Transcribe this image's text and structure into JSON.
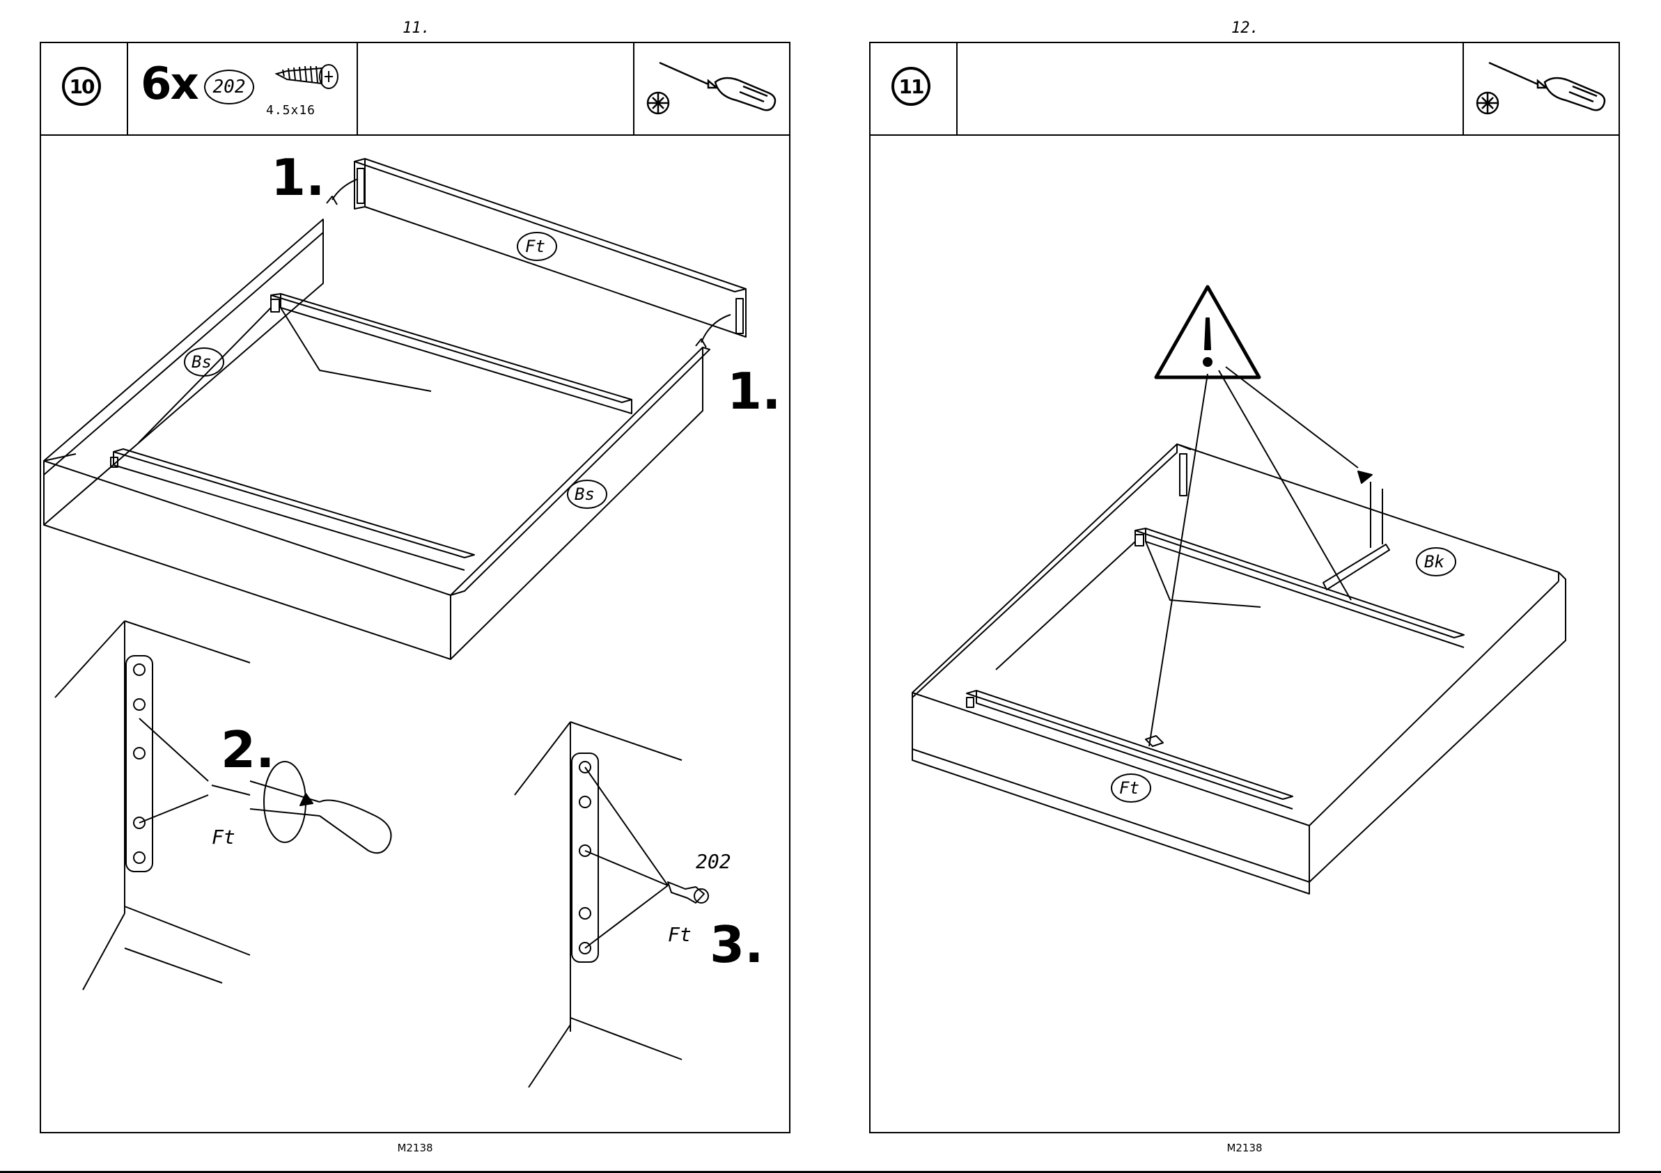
{
  "pages": [
    {
      "page_number": "11.",
      "step": "10",
      "quantity": "6x",
      "part_id": "202",
      "screw_size": "4.5x16",
      "tool_icon": "phillips-screwdriver-icon",
      "footer_code": "M2138",
      "labels": {
        "step1_top": "1.",
        "step1_right": "1.",
        "step2": "2.",
        "step3": "3.",
        "panel_front": "Ft",
        "panel_side_left": "Bs",
        "panel_side_right": "Bs",
        "detail_ft_a": "Ft",
        "detail_ft_b": "Ft",
        "detail_part": "202"
      }
    },
    {
      "page_number": "12.",
      "step": "11",
      "tool_icon": "phillips-screwdriver-icon",
      "footer_code": "M2138",
      "labels": {
        "panel_back": "Bk",
        "panel_front": "Ft"
      },
      "warning_icon": "caution-triangle-icon"
    }
  ]
}
